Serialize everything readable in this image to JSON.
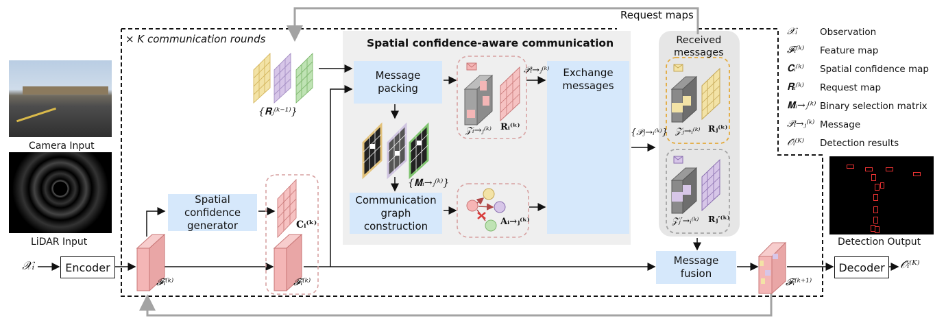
{
  "title_bar": {
    "request_maps": "Request maps",
    "k_rounds": "× K communication rounds"
  },
  "inputs": {
    "camera_label": "Camera Input",
    "lidar_label": "LiDAR Input",
    "obs_symbol": "𝒳ᵢ"
  },
  "blocks": {
    "encoder": "Encoder",
    "decoder": "Decoder",
    "scg": "Spatial confidence\ngenerator",
    "packing": "Message\npacking",
    "graph": "Communication\ngraph construction",
    "exchange": "Exchange\nmessages",
    "fusion": "Message\nfusion"
  },
  "section": {
    "title": "Spatial confidence-aware communication",
    "received": "Received\nmessages"
  },
  "maths": {
    "F_k": "𝓕ᵢ⁽ᵏ⁾",
    "F_k2": "𝓕ᵢ⁽ᵏ⁾",
    "F_k1": "𝓕ᵢ⁽ᵏ⁺¹⁾",
    "C_k": "𝐂ᵢ⁽ᵏ⁾",
    "R_prev": "{𝐑ⱼ⁽ᵏ⁻¹⁾}",
    "M_k": "{𝐌ᵢ→ⱼ⁽ᵏ⁾}",
    "Z_ij": "𝒵ᵢ→ⱼ⁽ᵏ⁾",
    "R_ik": "𝐑ᵢ⁽ᵏ⁾",
    "P_ij": "𝒫ᵢ→ⱼ⁽ᵏ⁾",
    "P_ji": "{𝒫ⱼ→ᵢ⁽ᵏ⁾}",
    "A_ij": "𝐀ᵢ→ⱼ⁽ᵏ⁾",
    "Z_ji": "𝒵ⱼ→ᵢ⁽ᵏ⁾",
    "R_jk": "𝐑ⱼ⁽ᵏ⁾",
    "Z_jpi": "𝒵ⱼ′→ᵢ⁽ᵏ⁾",
    "R_jpk": "𝐑ⱼ′⁽ᵏ⁾",
    "O_out": "𝒪̂ᵢ⁽ᴷ⁾"
  },
  "outputs": {
    "detection_label": "Detection Output"
  },
  "legend": [
    {
      "sym": "𝒳ᵢ",
      "text": "Observation"
    },
    {
      "sym": "𝓕ᵢ⁽ᵏ⁾",
      "text": "Feature map"
    },
    {
      "sym": "𝐂ᵢ⁽ᵏ⁾",
      "text": "Spatial confidence map"
    },
    {
      "sym": "𝐑ᵢ⁽ᵏ⁾",
      "text": "Request map"
    },
    {
      "sym": "𝐌ᵢ→ⱼ⁽ᵏ⁾",
      "text": "Binary selection matrix"
    },
    {
      "sym": "𝒫ᵢ→ⱼ⁽ᵏ⁾",
      "text": "Message"
    },
    {
      "sym": "𝒪̂ᵢ⁽ᴷ⁾",
      "text": "Detection results"
    }
  ],
  "colors": {
    "block_blue": "#d6e8fb",
    "section_gray": "#efefef",
    "feature_pink": "#f4b6b6",
    "request_yellow": "#f3e3a6",
    "request_purple": "#d7c6e8",
    "request_green": "#bfe3b4",
    "arrow_gray": "#a3a3a3",
    "dash_pink": "#d7a1a1",
    "dash_orange": "#e3a93a"
  }
}
